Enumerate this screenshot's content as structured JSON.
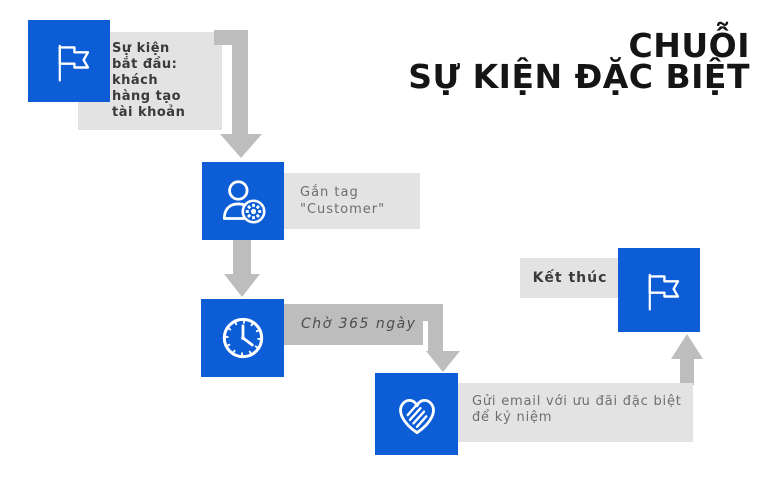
{
  "title": {
    "line1": "CHUỖI",
    "line2": "SỰ KIỆN ĐẶC BIỆT"
  },
  "steps": [
    {
      "name": "start",
      "icon": "flag-icon",
      "label": "Sự kiện bắt đầu: khách hàng tạo tài khoản"
    },
    {
      "name": "tag-customer",
      "icon": "user-gear-icon",
      "label": "Gắn tag \"Customer\""
    },
    {
      "name": "wait",
      "icon": "clock-icon",
      "label": "Chờ 365 ngày"
    },
    {
      "name": "send-email",
      "icon": "heart-handshake-icon",
      "label": "Gửi email với ưu đãi đặc biệt để kỷ niệm"
    },
    {
      "name": "end",
      "icon": "flag-icon",
      "label": "Kết thúc"
    }
  ],
  "colors": {
    "node_blue": "#0c5dd6",
    "label_box_gray": "#e3e3e3",
    "connector_gray": "#bdbdbd",
    "dark_text": "#3a3a3a",
    "gray_text": "#6e6e6e",
    "wait_text": "#4d4d4d",
    "title_text": "#151515",
    "icon_white": "#ffffff",
    "background": "#ffffff"
  }
}
